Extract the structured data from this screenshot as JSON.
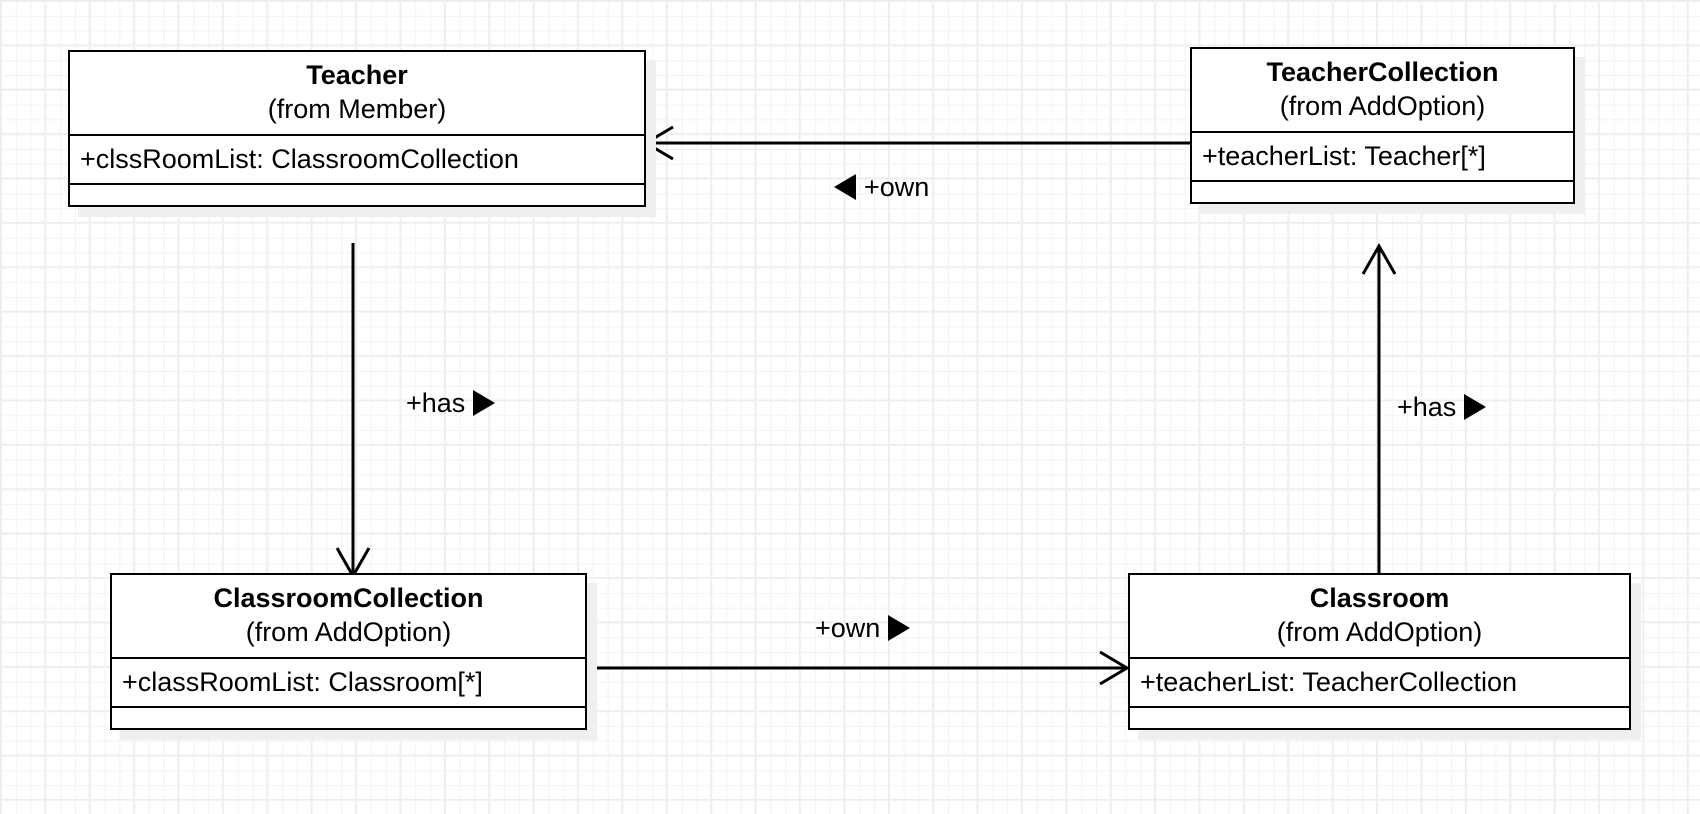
{
  "diagram": {
    "type": "uml-class-diagram",
    "background": "#ffffff",
    "grid_color": "#ebebeb",
    "line_color": "#000000",
    "shadow_color": "#efefef"
  },
  "classes": [
    {
      "id": "teacher",
      "name": "Teacher",
      "from": "(from Member)",
      "attributes": [
        "+clssRoomList: ClassroomCollection"
      ],
      "operations": []
    },
    {
      "id": "teacher-collection",
      "name": "TeacherCollection",
      "from": "(from AddOption)",
      "attributes": [
        "+teacherList: Teacher[*]"
      ],
      "operations": []
    },
    {
      "id": "classroom-collection",
      "name": "ClassroomCollection",
      "from": "(from AddOption)",
      "attributes": [
        "+classRoomList: Classroom[*]"
      ],
      "operations": []
    },
    {
      "id": "classroom",
      "name": "Classroom",
      "from": "(from AddOption)",
      "attributes": [
        "+teacherList: TeacherCollection"
      ],
      "operations": []
    }
  ],
  "associations": [
    {
      "id": "own-top",
      "label": "+own",
      "marker": "triangle-left",
      "marker_position": "before",
      "source": "teacher-collection",
      "target": "teacher"
    },
    {
      "id": "has-left",
      "label": "+has",
      "marker": "triangle-right",
      "marker_position": "after",
      "source": "teacher",
      "target": "classroom-collection"
    },
    {
      "id": "has-right",
      "label": "+has",
      "marker": "triangle-right",
      "marker_position": "after",
      "source": "classroom",
      "target": "teacher-collection"
    },
    {
      "id": "own-bottom",
      "label": "+own",
      "marker": "triangle-right",
      "marker_position": "after",
      "source": "classroom-collection",
      "target": "classroom"
    }
  ]
}
